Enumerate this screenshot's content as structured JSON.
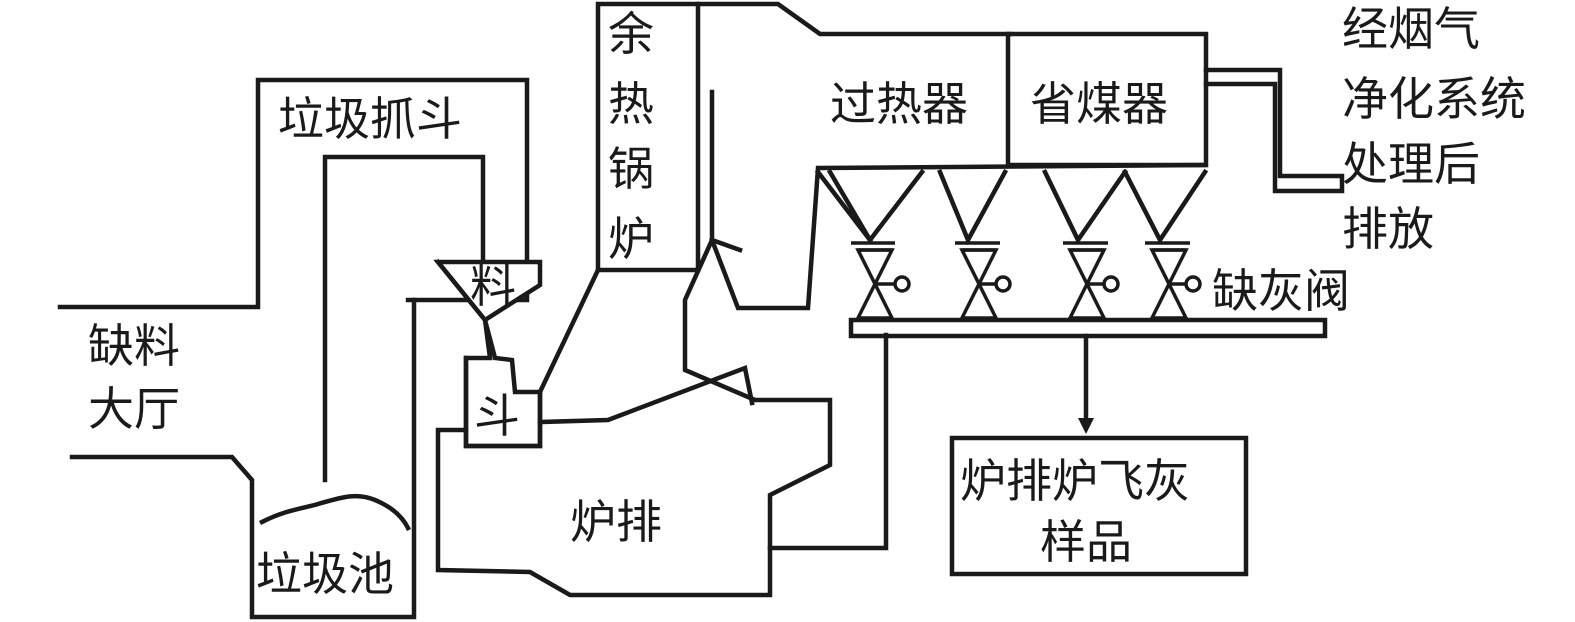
{
  "labels": {
    "feed_hall": [
      "缺料",
      "大厅"
    ],
    "grab": "垃圾抓斗",
    "pit": "垃圾池",
    "hopper_top": "料",
    "hopper_bottom": "斗",
    "boiler": [
      "余",
      "热",
      "锅",
      "炉"
    ],
    "grate": "炉排",
    "superheater": "过热器",
    "economizer": "省煤器",
    "exhaust": [
      "经烟气",
      "净化系统",
      "处理后",
      "排放"
    ],
    "ash_valve": "缺灰阀",
    "sample": [
      "炉排炉飞灰",
      "样品"
    ]
  },
  "colors": {
    "line": "#1a1a1a",
    "background": "#ffffff"
  }
}
